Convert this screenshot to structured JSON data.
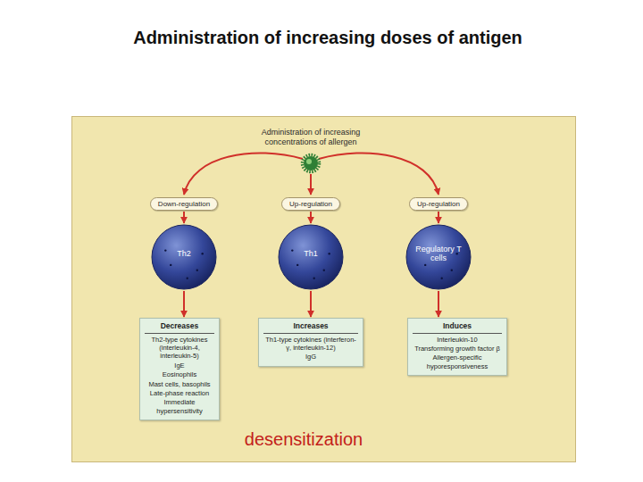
{
  "diagram": {
    "title": "Administration of increasing doses of antigen",
    "nodes": [
      {
        "text": [
          "Administration of increasing concentrations of allergen"
        ]
      },
      {
        "text": [
          "Down-regulation"
        ],
        "in": 0
      },
      {
        "text": [
          "Up-regulation"
        ],
        "in": 0
      },
      {
        "text": [
          "Up-regulation"
        ],
        "in": 0
      },
      {
        "text": [
          "Th2"
        ],
        "in": 0
      },
      {
        "text": [
          "Th1"
        ],
        "in": 0
      },
      {
        "text": [
          "Regulatory T cells"
        ],
        "in": 0
      },
      {
        "text": [
          "Decreases",
          "Th2-type cytokines (interleukin-4, interleukin-5)",
          "IgE",
          "Eosinophils",
          "Mast cells, basophils",
          "Late-phase reaction",
          "Immediate hypersensitivity"
        ],
        "in": 0
      },
      {
        "text": [
          "Increases",
          "Th1-type cytokines (interferon-γ, interleukin-12)",
          "IgG"
        ],
        "in": 0
      },
      {
        "text": [
          "Induces",
          "Interleukin-10",
          "Transforming growth factor β",
          "Allergen-specific hyporesponsiveness"
        ],
        "in": 0
      }
    ],
    "edges": [
      {
        "from": 1,
        "to": 4,
        "arrow": "to"
      },
      {
        "from": 2,
        "to": 5,
        "arrow": "to"
      },
      {
        "from": 3,
        "to": 6,
        "arrow": "to"
      },
      {
        "from": 4,
        "to": 7,
        "arrow": "to"
      },
      {
        "from": 5,
        "to": 8,
        "arrow": "to"
      },
      {
        "from": 6,
        "to": 9,
        "arrow": "to"
      }
    ],
    "labels": [
      "desensitization"
    ]
  }
}
